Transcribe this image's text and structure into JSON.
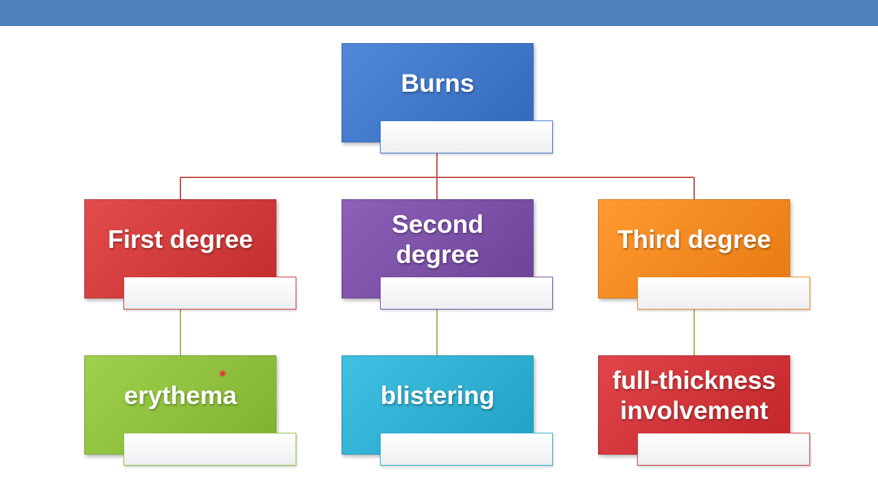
{
  "diagram": {
    "root": {
      "label": "Burns",
      "color": "#3f76c8"
    },
    "categories": [
      {
        "label": "First degree",
        "color": "#d03a3a",
        "finding": {
          "label": "erythema",
          "color": "#8dbf3c"
        }
      },
      {
        "label": "Second degree",
        "color": "#7a4fa5",
        "finding": {
          "label": "blistering",
          "color": "#2eaed0"
        }
      },
      {
        "label": "Third degree",
        "color": "#f5881f",
        "finding": {
          "label": "full-thickness involvement",
          "color": "#cf3337"
        }
      }
    ],
    "colors": {
      "header_bar": "#4f81bd",
      "connector_upper": "#c0504d",
      "connector_lower": "#9bbb59"
    }
  }
}
